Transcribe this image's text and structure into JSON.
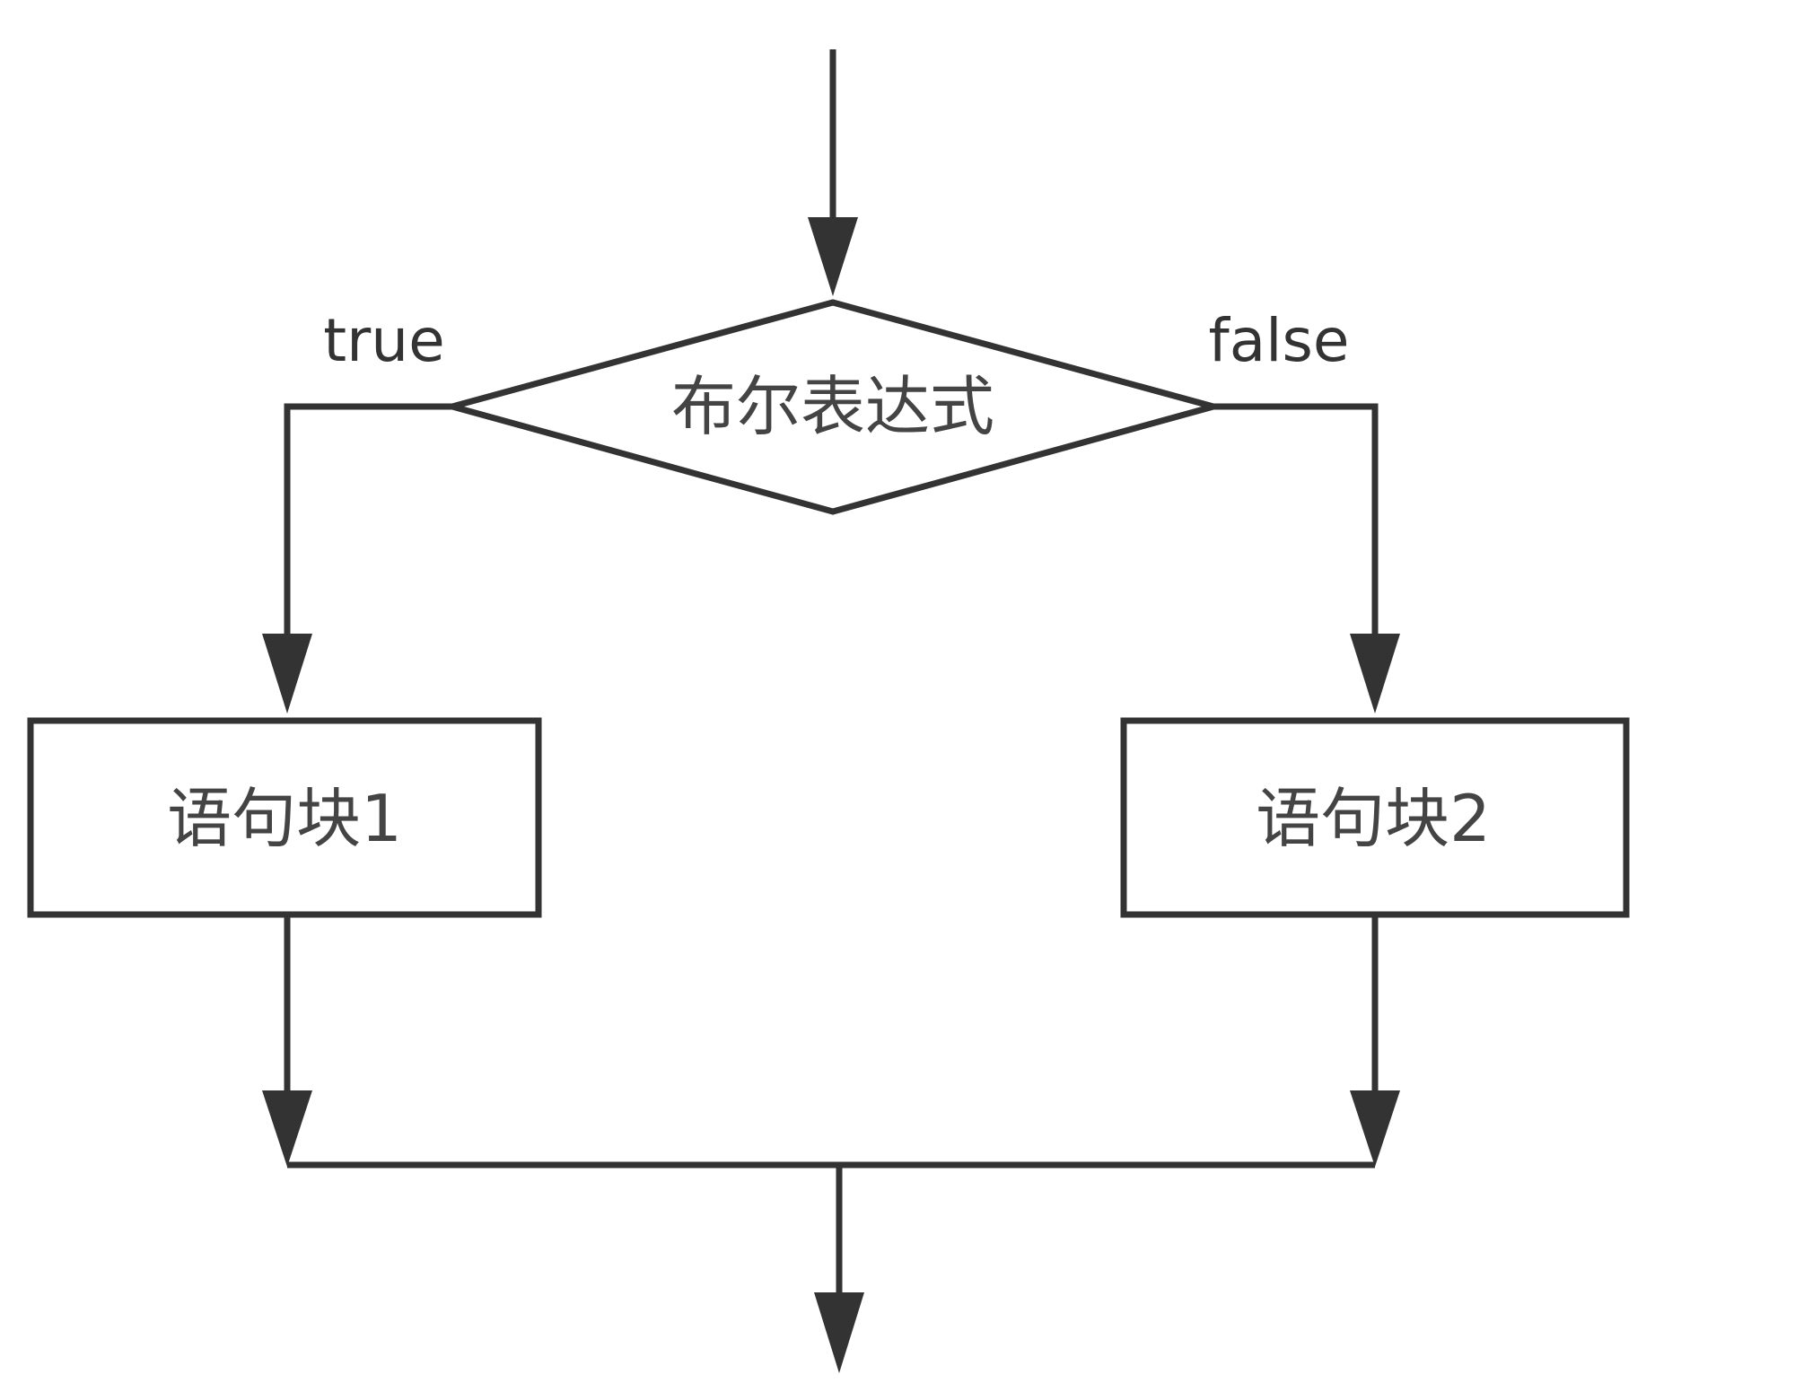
{
  "diagram": {
    "type": "flowchart",
    "stroke_color": "#333333",
    "text_color": "#444444",
    "background": "#ffffff",
    "decision": {
      "label": "布尔表达式"
    },
    "branches": {
      "true_label": "true",
      "false_label": "false"
    },
    "blocks": [
      {
        "label": "语句块1"
      },
      {
        "label": "语句块2"
      }
    ]
  }
}
